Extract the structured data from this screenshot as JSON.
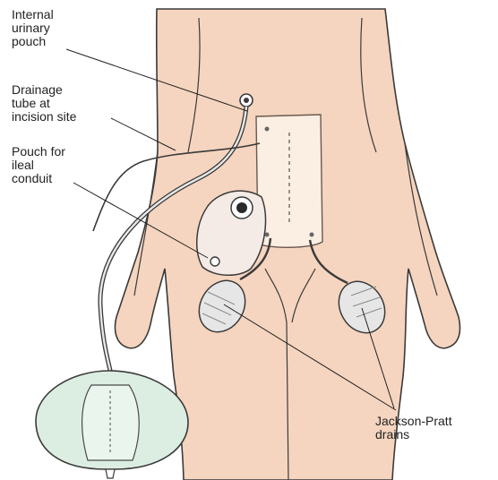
{
  "labels": {
    "internal_urinary_pouch": [
      "Internal",
      "urinary",
      "pouch"
    ],
    "drainage_tube": [
      "Drainage",
      "tube at",
      "incision site"
    ],
    "ileal_conduit_pouch": [
      "Pouch for",
      "ileal",
      "conduit"
    ],
    "jackson_pratt": [
      "Jackson-Pratt",
      "drains"
    ]
  },
  "colors": {
    "skin": "#f5d5bf",
    "outline": "#3a3a3a",
    "dressing": "#fbeee2",
    "collection_bag": "#dceee2",
    "drain_bulb": "#e6e6e6",
    "leader_line": "#222222"
  }
}
